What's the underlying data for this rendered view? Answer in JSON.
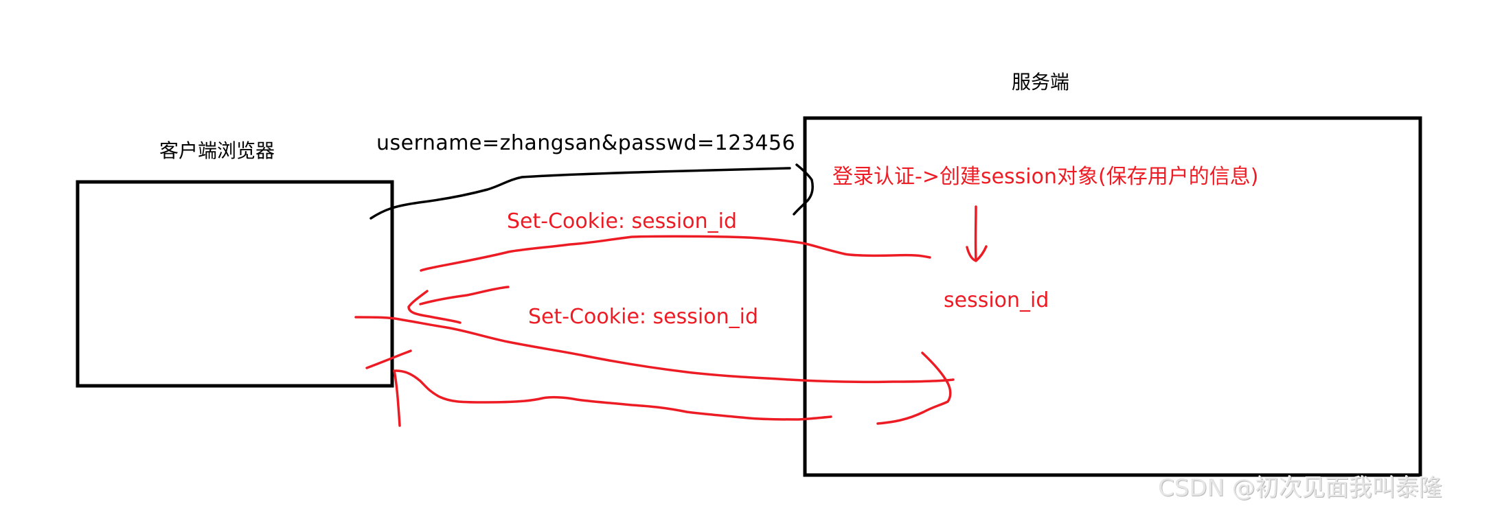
{
  "diagram": {
    "title": "Session login flow between browser client and server",
    "nodes": {
      "client": {
        "label": "客户端浏览器"
      },
      "server": {
        "label": "服务端"
      }
    },
    "annotations": {
      "request_params": "username=zhangsan&passwd=123456",
      "server_process": "登录认证->创建session对象(保存用户的信息)",
      "server_session_id": "session_id",
      "response_header": "Set-Cookie: session_id",
      "followup_request_header": "Set-Cookie: session_id"
    },
    "edges": [
      {
        "from": "client",
        "to": "server",
        "label": "username=zhangsan&passwd=123456",
        "color": "#000000"
      },
      {
        "from": "server",
        "to": "client",
        "label": "Set-Cookie: session_id",
        "color": "#ed1c24"
      },
      {
        "from": "client",
        "to": "server",
        "label": "Set-Cookie: session_id",
        "color": "#ed1c24"
      },
      {
        "from": "server",
        "to": "client",
        "label": "",
        "color": "#ed1c24"
      }
    ],
    "colors": {
      "ink": "#000000",
      "annotation": "#ed1c24",
      "watermark": "#e0e0e0"
    }
  },
  "watermark": "CSDN @初次见面我叫泰隆"
}
